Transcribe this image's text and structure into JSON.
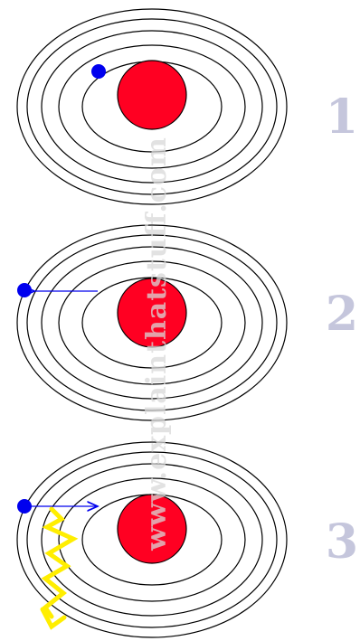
{
  "colors": {
    "background": "#ffffff",
    "orbit_stroke": "#000000",
    "nucleus_fill": "#ff0022",
    "nucleus_stroke": "#000000",
    "electron": "#0000ee",
    "transition_arrow": "#0000ee",
    "photon": "#ffee00",
    "panel_number": "#c5c6dc",
    "watermark": "#d8d8d8"
  },
  "panels": [
    {
      "label": "1",
      "electron_level": "inner orbit",
      "transition": "none",
      "photon": "none"
    },
    {
      "label": "2",
      "electron_level": "outer orbit",
      "transition": "excited outward",
      "photon": "none"
    },
    {
      "label": "3",
      "electron_level": "outer orbit",
      "transition": "falling inward",
      "photon": "emitted"
    }
  ],
  "watermark": {
    "text": "www.explainthatstuff.com"
  }
}
